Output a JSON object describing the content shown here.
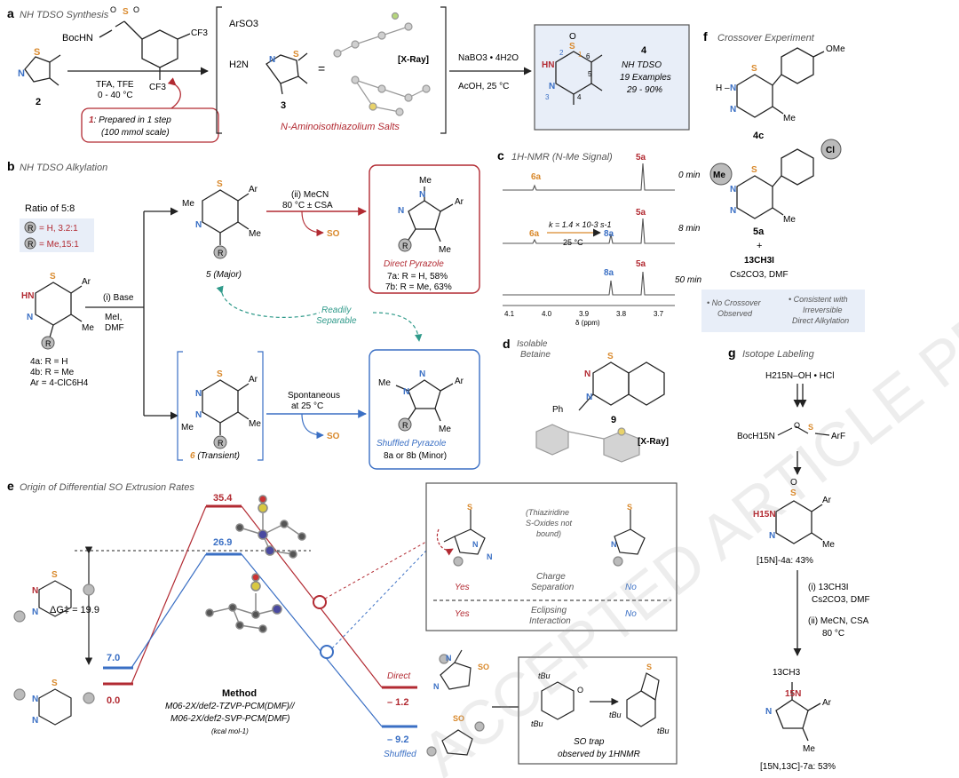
{
  "colors": {
    "red": "#b22a32",
    "blue": "#3a6fc4",
    "orange": "#d9892c",
    "teal": "#2f9a8a",
    "gray": "#9a9a9a",
    "panel": "#e8eef8",
    "dark": "#222222"
  },
  "watermark": "ACCEPTED ARTICLE PREVIEW",
  "a": {
    "letter": "a",
    "title": "NH TDSO Synthesis",
    "reagent_boc": "BocHN",
    "cf3_top": "CF3",
    "cf3_bot": "CF3",
    "cond1": "TFA, TFE",
    "cond2": "0 - 40 °C",
    "cmp2": "2",
    "note_label": "1",
    "note_line1": ": Prepared in 1 step",
    "note_line2": "(100 mmol scale)",
    "arso3": "ArSO3",
    "h2n": "H2N",
    "cmp3": "3",
    "xray": "[X-Ray]",
    "salt_label": "N-Aminoisothiazolium Salts",
    "cond3": "NaBO3 • 4H2O",
    "cond4": "AcOH, 25 °C",
    "cmp4": "4",
    "p4_l1": "NH TDSO",
    "p4_l2": "19 Examples",
    "p4_l3": "29 - 90%",
    "ring_nums": [
      "1",
      "2",
      "3",
      "4",
      "5",
      "6"
    ]
  },
  "b": {
    "letter": "b",
    "title": "NH TDSO Alkylation",
    "ratio_title": "Ratio of 5:8",
    "ratio1": "= H, 3.2:1",
    "ratio2": "= Me,15:1",
    "cond_base": "(i) Base",
    "cond_mei": "MeI,",
    "cond_dmf": "DMF",
    "cmp4a": "4a: R = H",
    "cmp4b": "4b: R = Me",
    "ar_def": "Ar = 4-ClC6H4",
    "cmp5": "5 (Major)",
    "cmp6": "6 (Transient)",
    "mecn_l1": "(ii) MeCN",
    "mecn_l2": "80 °C ± CSA",
    "so": "SO",
    "spont_l1": "Spontaneous",
    "spont_l2": "at 25 °C",
    "readily": "Readily",
    "separable": "Separable",
    "direct_label": "Direct Pyrazole",
    "p7a": "7a: R = H, 58%",
    "p7b": "7b: R = Me, 63%",
    "shuffled_label": "Shuffled Pyrazole",
    "p8": "8a or 8b (Minor)"
  },
  "c": {
    "letter": "c",
    "title": "1H-NMR (N-Me Signal)",
    "times": [
      "0 min",
      "8 min",
      "50 min"
    ],
    "k_text": "k = 1.4 × 10-3 s-1",
    "temp": "25 °C",
    "xticks": [
      "4.1",
      "4.0",
      "3.9",
      "3.8",
      "3.7"
    ],
    "xlabel": "δ (ppm)",
    "lab5a": "5a",
    "lab6a": "6a",
    "lab8a": "8a"
  },
  "d": {
    "letter": "d",
    "l1": "Isolable",
    "l2": "Betaine",
    "cmp": "9",
    "xray": "[X-Ray]",
    "ph": "Ph"
  },
  "e": {
    "letter": "e",
    "title": "Origin of Differential SO Extrusion Rates",
    "levels": {
      "red_ts": "35.4",
      "blue_ts": "26.9",
      "blue_start": "7.0",
      "red_start": "0.0",
      "red_end": "– 1.2",
      "blue_end": "– 9.2"
    },
    "dg": "ΔG‡ = 19.9",
    "method_title": "Method",
    "method_l1": "M06-2X/def2-TZVP-PCM(DMF)//",
    "method_l2": "M06-2X/def2-SVP-PCM(DMF)",
    "method_units": "(kcal mol-1)",
    "direct": "Direct",
    "shuffled": "Shuffled",
    "box_note_l1": "(Thiaziridine",
    "box_note_l2": "S-Oxides not",
    "box_note_l3": "bound)",
    "yes1": "Yes",
    "charge_l1": "Charge",
    "charge_l2": "Separation",
    "no1": "No",
    "yes2": "Yes",
    "eclipse_l1": "Eclipsing",
    "eclipse_l2": "Interaction",
    "no2": "No",
    "trap_l1": "SO trap",
    "trap_l2": "observed by 1HNMR",
    "tbu": "tBu",
    "so_lbl": "SO"
  },
  "f": {
    "letter": "f",
    "title": "Crossover Experiment",
    "ome": "OMe",
    "cl": "Cl",
    "me": "Me",
    "cmp4c": "4c",
    "cmp5a": "5a",
    "plus": "+",
    "reagent": "13CH3I",
    "cond": "Cs2CO3, DMF",
    "note1_l1": "• No Crossover",
    "note1_l2": "Observed",
    "note2_l1": "• Consistent with",
    "note2_l2": "Irreversible",
    "note2_l3": "Direct Alkylation"
  },
  "g": {
    "letter": "g",
    "title": "Isotope Labeling",
    "start": "H215N–OH • HCl",
    "boc": "BocH15N",
    "arf": "ArF",
    "p4a": "[15N]-4a: 43%",
    "c1": "(i) 13CH3I",
    "c2": "Cs2CO3, DMF",
    "c3": "(ii) MeCN, CSA",
    "c4": "80 °C",
    "ch3": "13CH3",
    "p7a": "[15N,13C]-7a: 53%"
  }
}
